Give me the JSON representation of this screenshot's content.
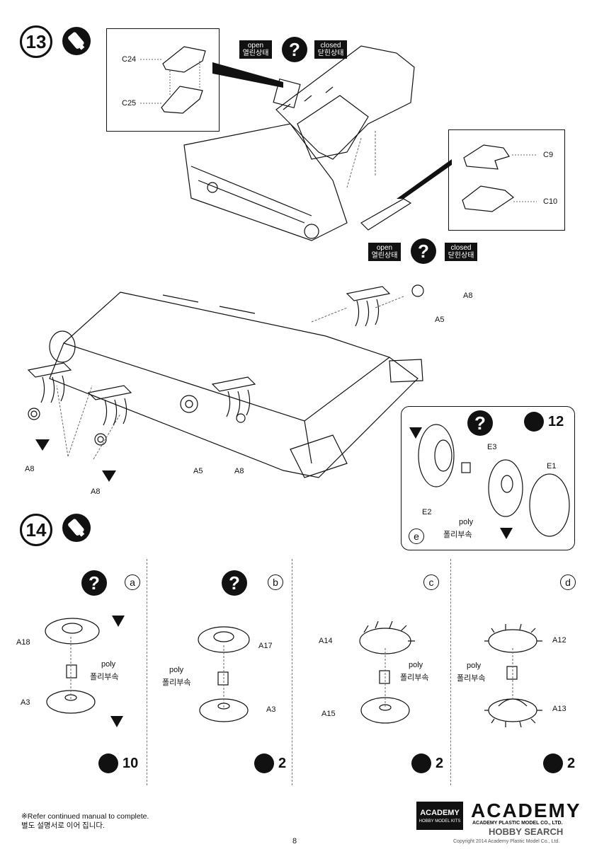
{
  "steps": {
    "step13": {
      "number": "13"
    },
    "step14": {
      "number": "14"
    }
  },
  "step13": {
    "open_label": "open",
    "open_label_ko": "열린상태",
    "closed_label": "closed",
    "closed_label_ko": "닫힌상태",
    "inset_top_parts": [
      "C24",
      "C25"
    ],
    "inset_right_parts": [
      "C9",
      "C10"
    ],
    "open_label_2": "open",
    "open_label_2_ko": "열린상태",
    "closed_label_2": "closed",
    "closed_label_2_ko": "닫힌상태"
  },
  "chassis": {
    "parts": {
      "a8_top": "A8",
      "a5_top": "A5",
      "a8_left": "A8",
      "a8_left2": "A8",
      "a5_mid": "A5",
      "a8_mid": "A8"
    },
    "marker": "1"
  },
  "inset_e": {
    "letter": "e",
    "quantity": "12",
    "parts": [
      "E3",
      "E1",
      "E2"
    ],
    "poly": "poly",
    "poly_ko": "폴리부속",
    "marker": "1"
  },
  "subassemblies": [
    {
      "letter": "a",
      "parts": [
        "A18",
        "A3"
      ],
      "poly": "poly",
      "poly_ko": "폴리부속",
      "quantity": "10",
      "marker": "1"
    },
    {
      "letter": "b",
      "parts": [
        "A17",
        "A3"
      ],
      "poly": "poly",
      "poly_ko": "폴리부속",
      "quantity": "2"
    },
    {
      "letter": "c",
      "parts": [
        "A14",
        "A15"
      ],
      "poly": "poly",
      "poly_ko": "폴리부속",
      "quantity": "2"
    },
    {
      "letter": "d",
      "parts": [
        "A12",
        "A13"
      ],
      "poly": "poly",
      "poly_ko": "폴리부속",
      "quantity": "2"
    }
  ],
  "footer": {
    "note_en": "※Refer continued manual to complete.",
    "note_ko": "별도 설명서로 이어 집니다.",
    "logo_text": "ACADEMY",
    "logo_sub": "HOBBY MODEL KITS",
    "brand": "ACADEMY",
    "brand_sub": "ACADEMY PLASTIC MODEL CO., LTD.",
    "watermark": "HOBBY SEARCH",
    "copyright": "Copyright 2014 Academy Plastic Model Co., Ltd.",
    "page_number": "8"
  },
  "icons": [
    "glue-icon",
    "question-icon",
    "quantity-icon",
    "triangle-marker-icon"
  ]
}
